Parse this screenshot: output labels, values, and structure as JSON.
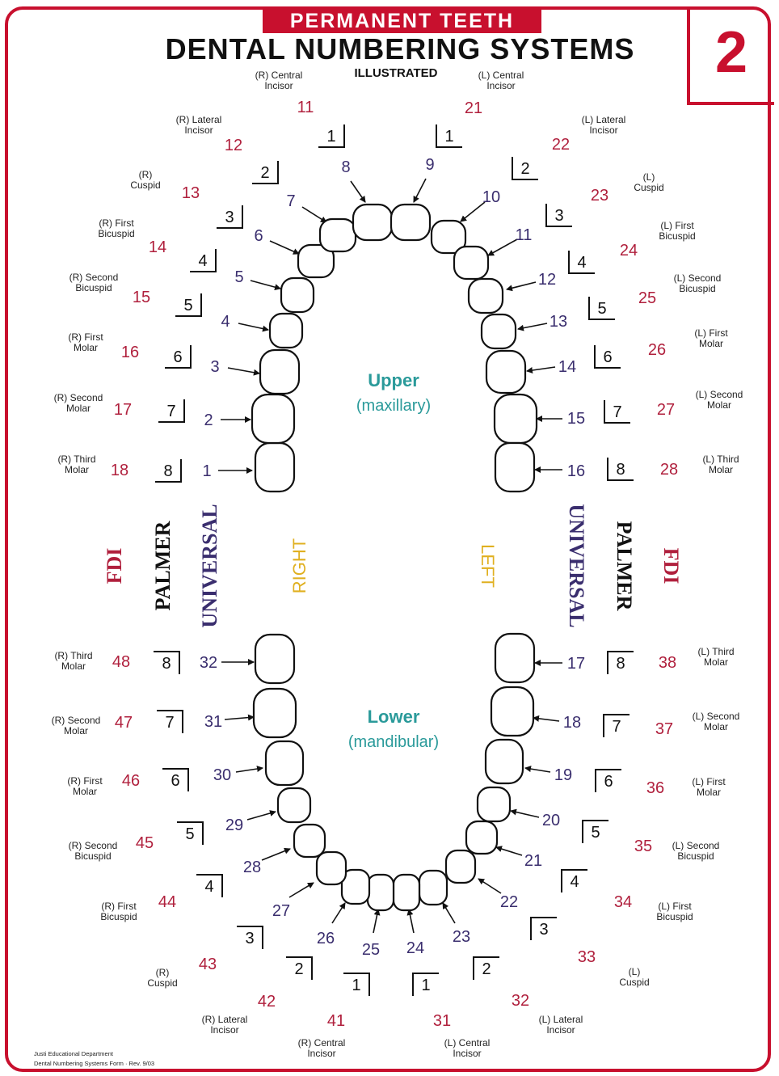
{
  "header": {
    "banner": "PERMANENT TEETH",
    "title": "DENTAL NUMBERING SYSTEMS",
    "subtitle": "ILLUSTRATED",
    "number": "2"
  },
  "colors": {
    "red": "#c8102e",
    "fdi": "#b0203d",
    "universal": "#3a2e6e",
    "palmer": "#111111",
    "side": "#e0b020",
    "teal": "#2a9a9a"
  },
  "arch_labels": {
    "upper_title": "Upper",
    "upper_sub": "(maxillary)",
    "lower_title": "Lower",
    "lower_sub": "(mandibular)"
  },
  "side_labels": {
    "fdi": "FDI",
    "palmer": "PALMER",
    "universal": "UNIVERSAL",
    "right": "RIGHT",
    "left": "LEFT"
  },
  "teeth": {
    "upper_right": [
      {
        "name": "(R) Third Molar",
        "fdi": "18",
        "palmer": "8",
        "universal": "1"
      },
      {
        "name": "(R) Second Molar",
        "fdi": "17",
        "palmer": "7",
        "universal": "2"
      },
      {
        "name": "(R) First Molar",
        "fdi": "16",
        "palmer": "6",
        "universal": "3"
      },
      {
        "name": "(R) Second Bicuspid",
        "fdi": "15",
        "palmer": "5",
        "universal": "4"
      },
      {
        "name": "(R) First Bicuspid",
        "fdi": "14",
        "palmer": "4",
        "universal": "5"
      },
      {
        "name": "(R) Cuspid",
        "fdi": "13",
        "palmer": "3",
        "universal": "6"
      },
      {
        "name": "(R) Lateral Incisor",
        "fdi": "12",
        "palmer": "2",
        "universal": "7"
      },
      {
        "name": "(R) Central Incisor",
        "fdi": "11",
        "palmer": "1",
        "universal": "8"
      }
    ],
    "upper_left": [
      {
        "name": "(L) Central Incisor",
        "fdi": "21",
        "palmer": "1",
        "universal": "9"
      },
      {
        "name": "(L) Lateral Incisor",
        "fdi": "22",
        "palmer": "2",
        "universal": "10"
      },
      {
        "name": "(L) Cuspid",
        "fdi": "23",
        "palmer": "3",
        "universal": "11"
      },
      {
        "name": "(L) First Bicuspid",
        "fdi": "24",
        "palmer": "4",
        "universal": "12"
      },
      {
        "name": "(L) Second Bicuspid",
        "fdi": "25",
        "palmer": "5",
        "universal": "13"
      },
      {
        "name": "(L) First Molar",
        "fdi": "26",
        "palmer": "6",
        "universal": "14"
      },
      {
        "name": "(L) Second Molar",
        "fdi": "27",
        "palmer": "7",
        "universal": "15"
      },
      {
        "name": "(L) Third Molar",
        "fdi": "28",
        "palmer": "8",
        "universal": "16"
      }
    ],
    "lower_left": [
      {
        "name": "(L) Third Molar",
        "fdi": "38",
        "palmer": "8",
        "universal": "17"
      },
      {
        "name": "(L) Second Molar",
        "fdi": "37",
        "palmer": "7",
        "universal": "18"
      },
      {
        "name": "(L) First Molar",
        "fdi": "36",
        "palmer": "6",
        "universal": "19"
      },
      {
        "name": "(L) Second Bicuspid",
        "fdi": "35",
        "palmer": "5",
        "universal": "20"
      },
      {
        "name": "(L) First Bicuspid",
        "fdi": "34",
        "palmer": "4",
        "universal": "21"
      },
      {
        "name": "(L) Cuspid",
        "fdi": "33",
        "palmer": "3",
        "universal": "22"
      },
      {
        "name": "(L) Lateral Incisor",
        "fdi": "32",
        "palmer": "2",
        "universal": "23"
      },
      {
        "name": "(L) Central Incisor",
        "fdi": "31",
        "palmer": "1",
        "universal": "24"
      }
    ],
    "lower_right": [
      {
        "name": "(R) Central Incisor",
        "fdi": "41",
        "palmer": "1",
        "universal": "25"
      },
      {
        "name": "(R) Lateral Incisor",
        "fdi": "42",
        "palmer": "2",
        "universal": "26"
      },
      {
        "name": "(R) Cuspid",
        "fdi": "43",
        "palmer": "3",
        "universal": "27"
      },
      {
        "name": "(R) First Bicuspid",
        "fdi": "44",
        "palmer": "4",
        "universal": "28"
      },
      {
        "name": "(R) Second Bicuspid",
        "fdi": "45",
        "palmer": "5",
        "universal": "29"
      },
      {
        "name": "(R) First Molar",
        "fdi": "46",
        "palmer": "6",
        "universal": "30"
      },
      {
        "name": "(R) Second Molar",
        "fdi": "47",
        "palmer": "7",
        "universal": "31"
      },
      {
        "name": "(R) Third Molar",
        "fdi": "48",
        "palmer": "8",
        "universal": "32"
      }
    ]
  },
  "footer": {
    "line1": "Justi Educational Department",
    "line2": "Dental Numbering Systems Form · Rev. 9/03"
  }
}
